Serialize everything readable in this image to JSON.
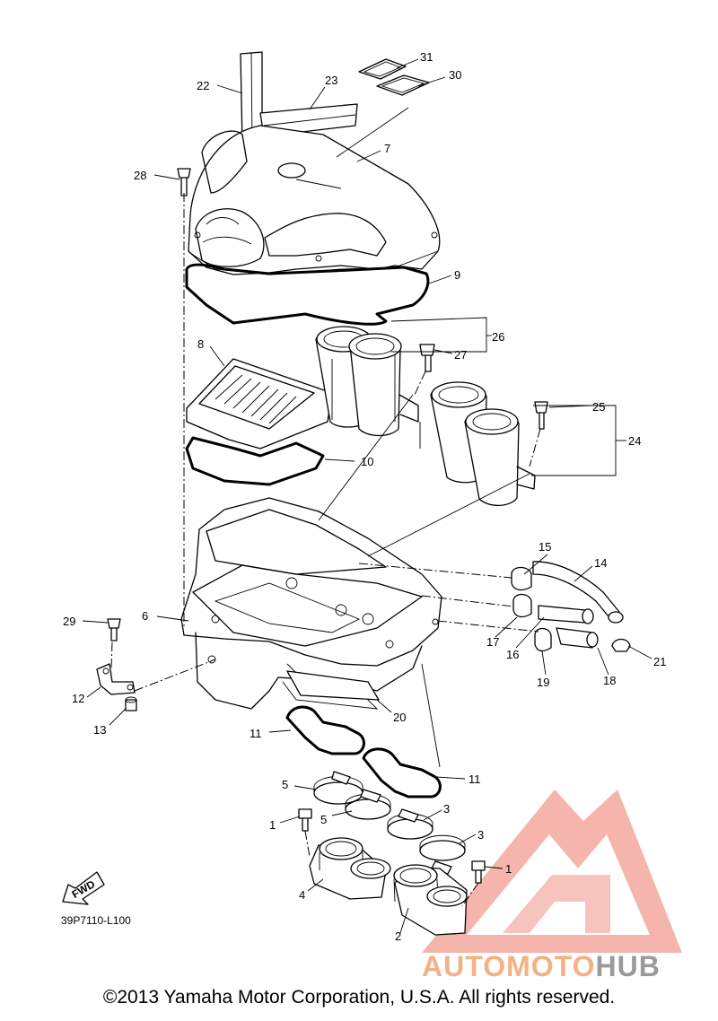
{
  "diagram": {
    "part_labels": {
      "p1a": "1",
      "p1b": "1",
      "p2": "2",
      "p3a": "3",
      "p3b": "3",
      "p4": "4",
      "p5a": "5",
      "p5b": "5",
      "p6": "6",
      "p7": "7",
      "p8": "8",
      "p9": "9",
      "p10": "10",
      "p11a": "11",
      "p11b": "11",
      "p12": "12",
      "p13": "13",
      "p14": "14",
      "p15": "15",
      "p16": "16",
      "p17": "17",
      "p18": "18",
      "p19": "19",
      "p20": "20",
      "p21": "21",
      "p22": "22",
      "p23": "23",
      "p24": "24",
      "p25": "25",
      "p26": "26",
      "p27": "27",
      "p28": "28",
      "p29": "29",
      "p30": "30",
      "p31": "31"
    },
    "fwd_label": "FWD",
    "diagram_code": "39P7110-L100"
  },
  "watermark": {
    "text_a": "AUTOMOTO",
    "text_b": "HUB",
    "colors": {
      "triangle": "#f08b7f",
      "text_a": "#f5b183",
      "text_b": "#9a9a9a"
    }
  },
  "footer": {
    "copyright": "©2013 Yamaha Motor Corporation, U.S.A. All rights reserved."
  }
}
